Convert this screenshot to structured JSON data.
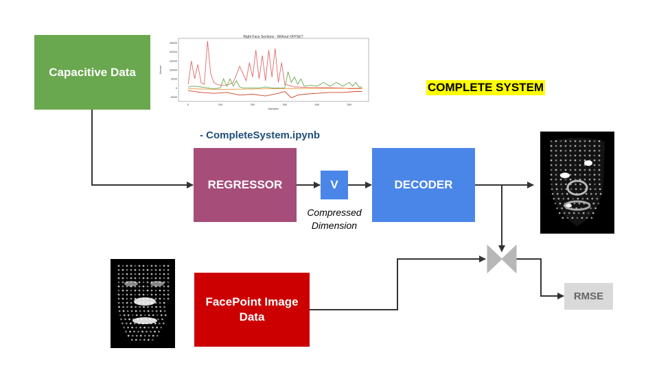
{
  "title": "COMPLETE SYSTEM",
  "notebook": "- CompleteSystem.ipynb",
  "colors": {
    "capacitive": "#6aa84f",
    "regressor": "#a64d79",
    "v": "#4a86e8",
    "decoder": "#4a86e8",
    "facepoint": "#cc0000",
    "rmse": "#d9d9d9",
    "title_highlight": "#ffff00",
    "connector": "#333333",
    "merge": "#b7b7b7"
  },
  "nodes": {
    "capacitive": "Capacitive Data",
    "regressor": "REGRESSOR",
    "v": "V",
    "decoder": "DECODER",
    "facepoint": "FacePoint Image Data",
    "rmse": "RMSE"
  },
  "compressed_label": "Compressed Dimension",
  "chart_data": {
    "type": "line",
    "title": "Right Face Sections - Without OFFSET",
    "xlabel": "Samples",
    "ylabel": "Sensor",
    "xlim": [
      -30,
      560
    ],
    "ylim": [
      -7500,
      27500
    ],
    "xticks": [
      "0",
      "100",
      "200",
      "300",
      "400",
      "500"
    ],
    "yticks": [
      "-5000",
      "0",
      "5000",
      "10000",
      "15000",
      "20000",
      "25000"
    ],
    "grid": false,
    "series": [
      {
        "color": "#e06666",
        "x": [
          0,
          10,
          20,
          30,
          40,
          50,
          60,
          70,
          80,
          90,
          100,
          110,
          120,
          140,
          160,
          180,
          190,
          200,
          210,
          220,
          230,
          240,
          250,
          260,
          270,
          280,
          290,
          300,
          310,
          320,
          330,
          340,
          350,
          360,
          380,
          400,
          420,
          440,
          460,
          480,
          500,
          520,
          540
        ],
        "y": [
          2000,
          15000,
          5000,
          13000,
          3000,
          2000,
          26000,
          8000,
          3000,
          2000,
          1500,
          1500,
          1500,
          3000,
          12000,
          4000,
          14000,
          6000,
          21000,
          5000,
          18000,
          4000,
          21000,
          6000,
          22000,
          3000,
          14000,
          2000,
          1500,
          1000,
          500,
          500,
          400,
          300,
          200,
          200,
          100,
          100,
          0,
          0,
          -500,
          -500,
          -500
        ]
      },
      {
        "color": "#6aa84f",
        "x": [
          0,
          20,
          40,
          60,
          80,
          100,
          110,
          120,
          130,
          140,
          150,
          160,
          170,
          180,
          200,
          220,
          240,
          260,
          280,
          300,
          310,
          320,
          330,
          340,
          350,
          360,
          380,
          400,
          420,
          440,
          460,
          480,
          500,
          510,
          520,
          530,
          540
        ],
        "y": [
          500,
          1000,
          500,
          0,
          -500,
          0,
          5000,
          1000,
          5000,
          1000,
          4000,
          500,
          0,
          0,
          0,
          0,
          500,
          0,
          0,
          0,
          9000,
          3000,
          6000,
          2000,
          5000,
          1000,
          1500,
          1000,
          3000,
          1000,
          3000,
          1000,
          3000,
          1000,
          3000,
          500,
          500
        ]
      },
      {
        "color": "#e69138",
        "x": [
          0,
          100,
          200,
          300,
          400,
          500,
          540
        ],
        "y": [
          -500,
          -800,
          -600,
          -400,
          -300,
          -200,
          -200
        ]
      },
      {
        "color": "#cc4125",
        "x": [
          0,
          40,
          80,
          120,
          160,
          200,
          240,
          280,
          300,
          320,
          340,
          360,
          400,
          440,
          480,
          520,
          540
        ],
        "y": [
          -1500,
          -2500,
          -3000,
          -2500,
          -4000,
          -3500,
          -4500,
          -3000,
          -2000,
          -5500,
          -4000,
          -3500,
          -3000,
          -2500,
          -2500,
          -2000,
          -2000
        ]
      }
    ]
  }
}
